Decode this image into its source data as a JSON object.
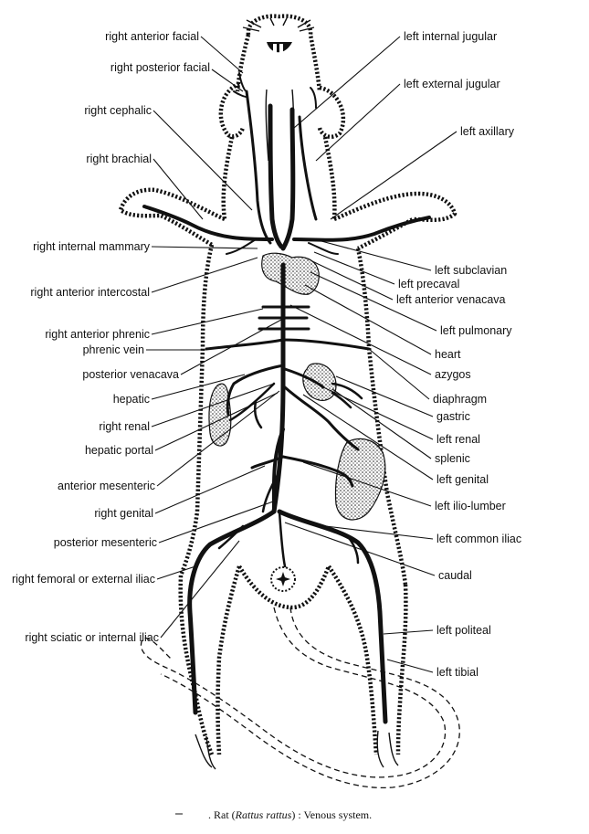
{
  "labels": {
    "right_anterior_facial": "right anterior facial",
    "right_posterior_facial": "right posterior facial",
    "right_cephalic": "right cephalic",
    "right_brachial": "right brachial",
    "right_internal_mammary": "right internal mammary",
    "right_anterior_intercostal": "right anterior intercostal",
    "right_anterior_phrenic": "right anterior phrenic",
    "phrenic_vein": "phrenic vein",
    "posterior_venacava": "posterior venacava",
    "hepatic": "hepatic",
    "right_renal": "right renal",
    "hepatic_portal": "hepatic portal",
    "anterior_mesenteric": "anterior mesenteric",
    "right_genital": "right genital",
    "posterior_mesenteric": "posterior mesenteric",
    "right_femoral": "right femoral or external iliac",
    "right_sciatic": "right sciatic or internal iliac",
    "left_internal_jugular": "left internal jugular",
    "left_external_jugular": "left external jugular",
    "left_axillary": "left axillary",
    "left_subclavian": "left subclavian",
    "left_precaval": "left precaval",
    "left_anterior_venacava": "left anterior venacava",
    "left_pulmonary": "left pulmonary",
    "heart": "heart",
    "azygos": "azygos",
    "diaphragm": "diaphragm",
    "gastric": "gastric",
    "left_renal": "left renal",
    "splenic": "splenic",
    "left_genital": "left genital",
    "left_ilio_lumber": "left ilio-lumber",
    "left_common_iliac": "left common iliac",
    "caudal": "caudal",
    "left_politeal": "left politeal",
    "left_tibial": "left tibial"
  },
  "caption": {
    "prefix": ". Rat (",
    "species": "Rattus rattus",
    "suffix": ") : Venous system."
  }
}
